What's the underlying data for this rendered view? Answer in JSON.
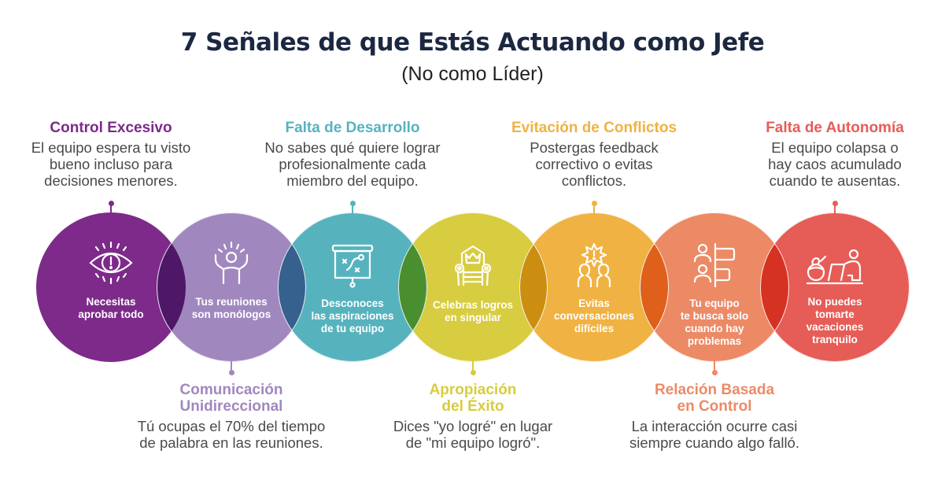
{
  "header": {
    "title": "7 Señales de que Estás Actuando como Jefe",
    "subtitle": "(No como Líder)"
  },
  "signals": [
    {
      "title": "Control Excesivo",
      "description": "El equipo espera tu visto\nbueno incluso para\ndecisiones menores.",
      "circle_label": "Necesitas\naprobar todo",
      "icon": "eye-alert-icon",
      "color": "#7d2a8a",
      "caption_position": "top"
    },
    {
      "title": "Comunicación\nUnidireccional",
      "description": "Tú ocupas el 70% del tiempo\nde palabra en las reuniones.",
      "circle_label": "Tus reuniones\nson monólogos",
      "icon": "person-raised-arms-icon",
      "color": "#a088bf",
      "caption_position": "bottom"
    },
    {
      "title": "Falta de Desarrollo",
      "description": "No sabes qué quiere lograr\nprofesionalmente cada\nmiembro del equipo.",
      "circle_label": "Desconoces\nlas aspiraciones\nde tu equipo",
      "icon": "strategy-board-icon",
      "color": "#56b3be",
      "caption_position": "top"
    },
    {
      "title": "Apropiación\ndel Éxito",
      "description": "Dices \"yo logré\" en lugar\nde \"mi equipo logró\".",
      "circle_label": "Celebras logros\nen singular",
      "icon": "throne-crown-icon",
      "color": "#d8cc40",
      "caption_position": "bottom"
    },
    {
      "title": "Evitación de Conflictos",
      "description": "Postergas feedback\ncorrectivo o evitas\nconflictos.",
      "circle_label": "Evitas\nconversaciones\ndifíciles",
      "icon": "conflict-people-icon",
      "color": "#f0b242",
      "caption_position": "top"
    },
    {
      "title": "Relación Basada\nen Control",
      "description": "La interacción ocurre casi\nsiempre cuando algo falló.",
      "circle_label": "Tu equipo\nte busca solo\ncuando hay\nproblemas",
      "icon": "people-flags-icon",
      "color": "#ec8a66",
      "caption_position": "bottom"
    },
    {
      "title": "Falta de Autonomía",
      "description": "El equipo colapsa o\nhay caos acumulado\ncuando te ausentas.",
      "circle_label": "No puedes\ntomarte\nvacaciones\ntranquilo",
      "icon": "vacation-laptop-icon",
      "color": "#e65c56",
      "caption_position": "top"
    }
  ]
}
